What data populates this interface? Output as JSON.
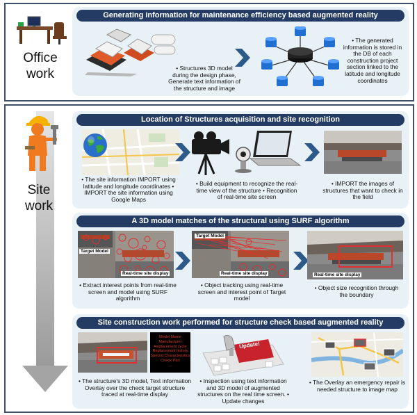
{
  "office": {
    "label_line1": "Office",
    "label_line2": "work",
    "title": "Generating information for maintenance efficiency based augmented reality",
    "caption_left": "• Structures 3D model during the design phase, Generate text information of the structure and image",
    "caption_right": "• The generated information is stored in the DB of each construction project section linked to the latitude and longitude coordinates"
  },
  "site": {
    "label_line1": "Site",
    "label_line2": "work",
    "panel1": {
      "title": "Location of Structures acquisition and site recognition",
      "caption1": "• The site information IMPORT using latitude and longitude coordinates • IMPORT the site information using Google Maps",
      "caption2": "• Build equipment to recognize the real-time view of the structure • Recognition of real-time site screen",
      "caption3": "• IMPORT the images of structures that want to check in the field"
    },
    "panel2": {
      "title": "A 3D model matches of the structural using SURF algorithm",
      "target_label_1": "Target Model",
      "realtime_label_1": "Real-time site display",
      "target_label_2": "Target Model",
      "realtime_label_2": "Real-time site display",
      "realtime_label_3": "Real-time site display",
      "caption1": "• Extract interest points from real-time screen and model using SURF algorithm",
      "caption2": "• Object tracking using real-time screen and interest point of Target model",
      "caption3": "• Object size recognition through the boundary"
    },
    "panel3": {
      "title": "Site construction work performed for structure check based augmented reality",
      "overlay_text": [
        "Model Name",
        "Manufacturer",
        "Replacement cycle",
        "Replacement history",
        "Special Characteristics",
        "Check Part",
        "..."
      ],
      "update_label": "Update!",
      "caption1": "• The structure's 3D model, Text information Overlay over the check target structure traced at real-time display",
      "caption2": "• Inspection using text information and 3D model of augmented structures on the real time screen. • Update changes",
      "caption3": "• The Overlay an emergency repair is needed structure to image map"
    }
  },
  "colors": {
    "title_bg": "#243b63",
    "panel_bg": "#e8f1f6",
    "arrow": "#2e5a8a",
    "circle": "#e03030",
    "db_blue": "#1f6fd1"
  }
}
